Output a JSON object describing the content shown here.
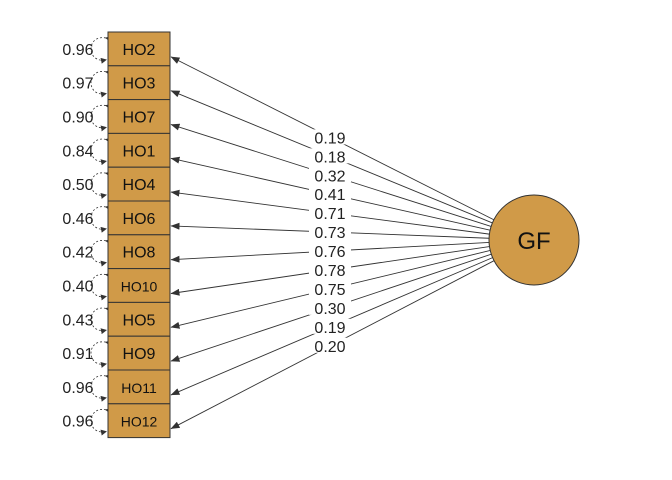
{
  "factor": {
    "label": "GF"
  },
  "indicators": [
    {
      "label": "HO2",
      "loading": "0.19",
      "variance": "0.96"
    },
    {
      "label": "HO3",
      "loading": "0.18",
      "variance": "0.97"
    },
    {
      "label": "HO7",
      "loading": "0.32",
      "variance": "0.90"
    },
    {
      "label": "HO1",
      "loading": "0.41",
      "variance": "0.84"
    },
    {
      "label": "HO4",
      "loading": "0.71",
      "variance": "0.50"
    },
    {
      "label": "HO6",
      "loading": "0.73",
      "variance": "0.46"
    },
    {
      "label": "HO8",
      "loading": "0.76",
      "variance": "0.42"
    },
    {
      "label": "HO10",
      "loading": "0.78",
      "variance": "0.40"
    },
    {
      "label": "HO5",
      "loading": "0.75",
      "variance": "0.43"
    },
    {
      "label": "HO9",
      "loading": "0.30",
      "variance": "0.91"
    },
    {
      "label": "HO11",
      "loading": "0.19",
      "variance": "0.96"
    },
    {
      "label": "HO12",
      "loading": "0.20",
      "variance": "0.96"
    }
  ],
  "colors": {
    "node_fill": "#D09A48",
    "stroke": "#333333"
  }
}
